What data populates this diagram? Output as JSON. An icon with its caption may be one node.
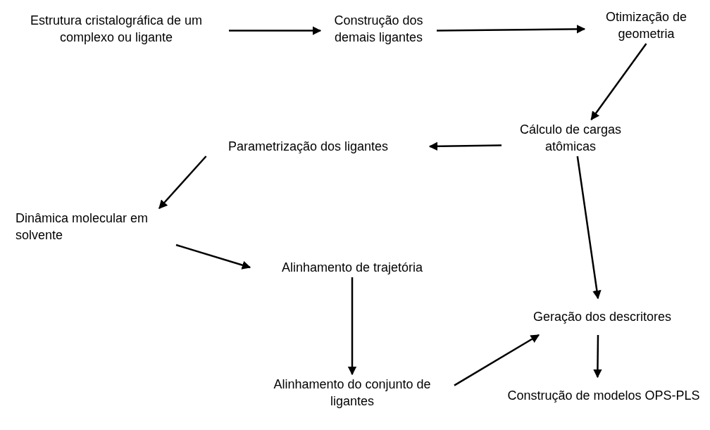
{
  "diagram": {
    "nodes": [
      {
        "text": [
          "Estrutura cristalográfica de um complexo ou ligante"
        ]
      },
      {
        "text": [
          "Construção dos demais ligantes"
        ]
      },
      {
        "text": [
          "Otimização de geometria"
        ]
      },
      {
        "text": [
          "Cálculo de cargas atômicas"
        ]
      },
      {
        "text": [
          "Parametrização dos ligantes"
        ]
      },
      {
        "text": [
          "Dinâmica molecular em solvente"
        ]
      },
      {
        "text": [
          "Alinhamento de trajetória"
        ]
      },
      {
        "text": [
          "Alinhamento do conjunto de ligantes"
        ]
      },
      {
        "text": [
          "Geração dos descritores"
        ]
      },
      {
        "text": [
          "Construção de modelos OPS-PLS"
        ]
      }
    ],
    "edges": [
      {
        "from": 0,
        "to": 1,
        "arrow": "to"
      },
      {
        "from": 1,
        "to": 2,
        "arrow": "to"
      },
      {
        "from": 2,
        "to": 3,
        "arrow": "to"
      },
      {
        "from": 3,
        "to": 4,
        "arrow": "to"
      },
      {
        "from": 4,
        "to": 5,
        "arrow": "to"
      },
      {
        "from": 5,
        "to": 6,
        "arrow": "to"
      },
      {
        "from": 6,
        "to": 7,
        "arrow": "to"
      },
      {
        "from": 7,
        "to": 8,
        "arrow": "to"
      },
      {
        "from": 3,
        "to": 8,
        "arrow": "to"
      },
      {
        "from": 8,
        "to": 9,
        "arrow": "to"
      }
    ]
  }
}
